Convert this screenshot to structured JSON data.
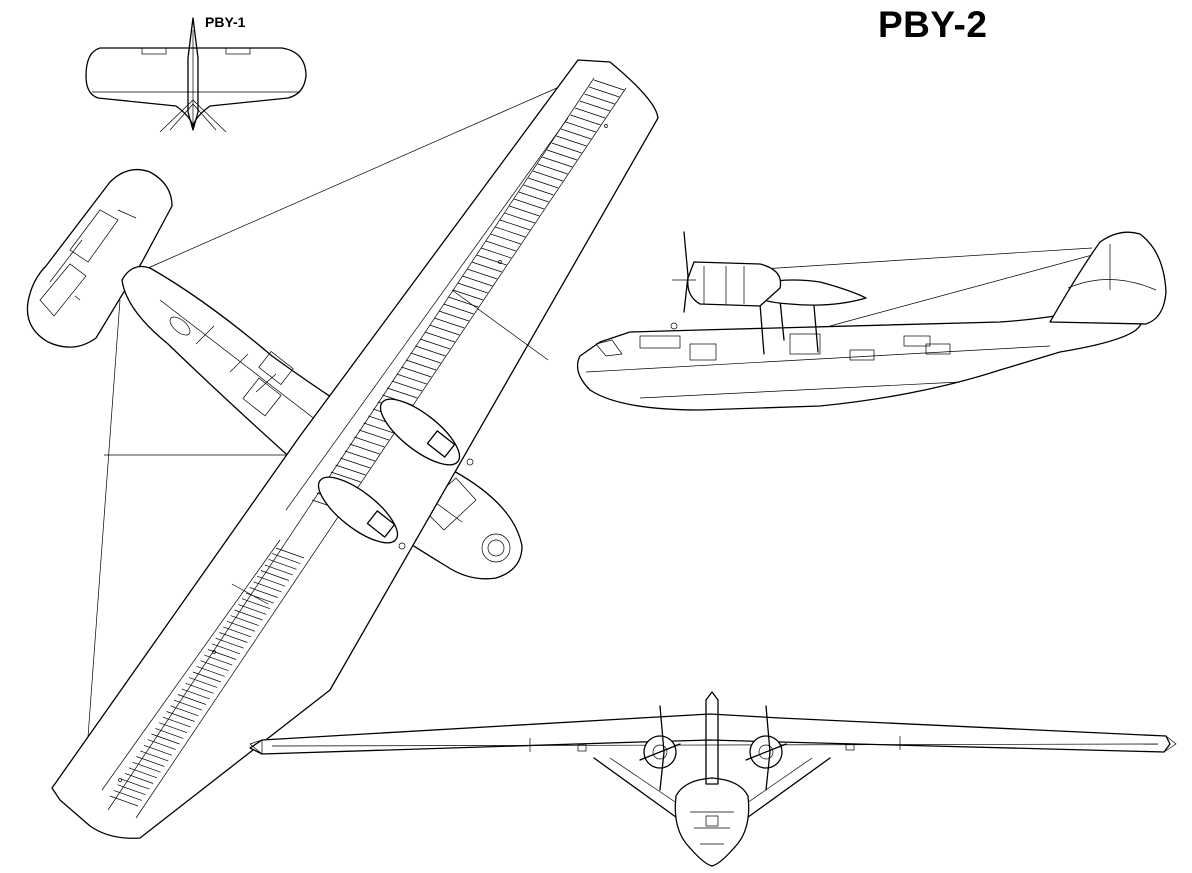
{
  "labels": {
    "main_title": "PBY-2",
    "inset_title": "PBY-1"
  },
  "colors": {
    "ink": "#000000",
    "paper": "#ffffff"
  },
  "views": [
    "inset-tail-top-view",
    "plan-view",
    "side-view",
    "front-view"
  ]
}
